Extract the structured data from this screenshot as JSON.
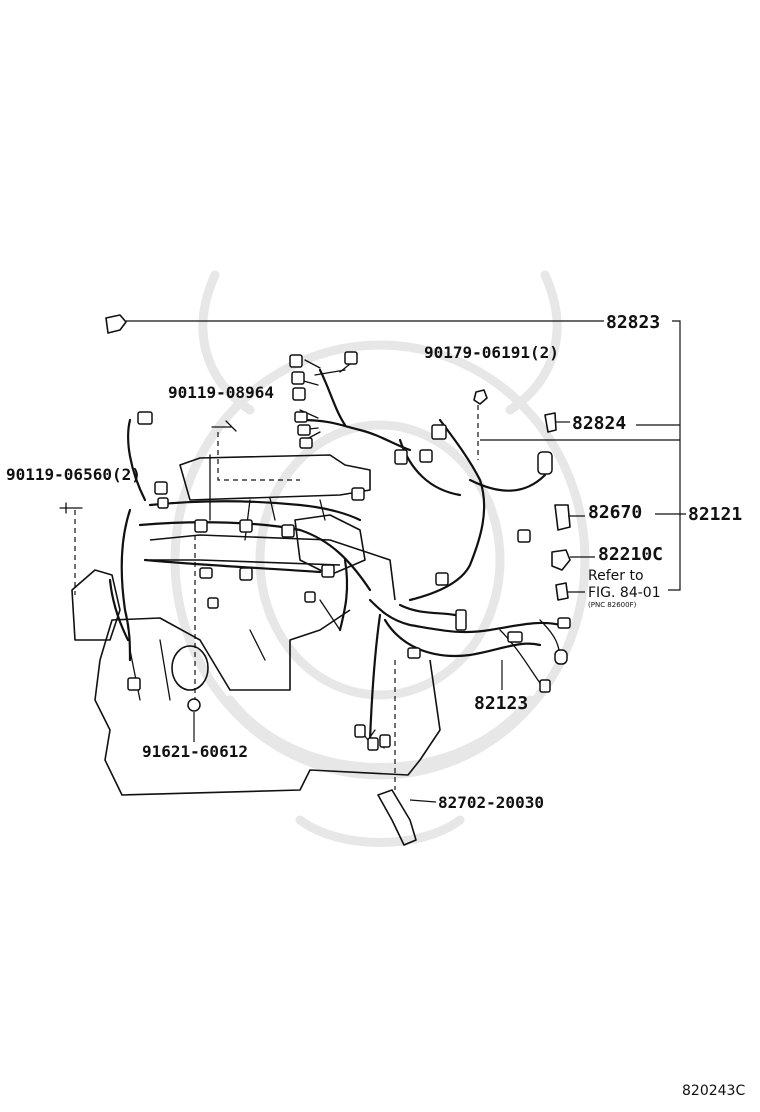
{
  "parts": {
    "p82823": "82823",
    "p90179": "90179-06191(2)",
    "p90119a": "90119-08964",
    "p82824": "82824",
    "p90119b": "90119-06560(2)",
    "p82670": "82670",
    "p82121": "82121",
    "p82210": "82210C",
    "p82123": "82123",
    "p91621": "91621-60612",
    "p82702": "82702-20030"
  },
  "refer": {
    "line1": "Refer to",
    "line2": "FIG. 84-01",
    "line3": "(PNC 82600F)"
  },
  "figure_code": "820243C"
}
